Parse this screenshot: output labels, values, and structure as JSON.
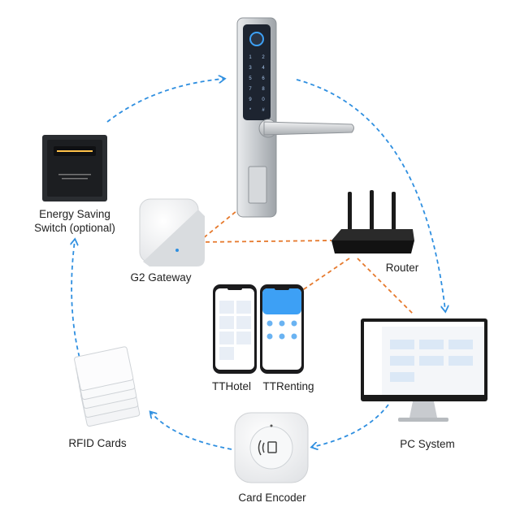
{
  "nodes": {
    "energy_saving_switch": {
      "line1": "Energy Saving",
      "line2": "Switch (optional)"
    },
    "g2_gateway": {
      "label": "G2 Gateway"
    },
    "router": {
      "label": "Router"
    },
    "tthotel_app": {
      "label": "TTHotel"
    },
    "ttrenting_app": {
      "label": "TTRenting"
    },
    "pc_system": {
      "label": "PC System"
    },
    "rfid_cards": {
      "label": "RFID Cards"
    },
    "card_encoder": {
      "label": "Card Encoder"
    }
  },
  "colors": {
    "cycle_arrows": "#2f8fe0",
    "network_links": "#e67a2e",
    "lock_body": "#c9ccd0",
    "keypad": "#1d2430",
    "accent_blue": "#3da0f5"
  }
}
